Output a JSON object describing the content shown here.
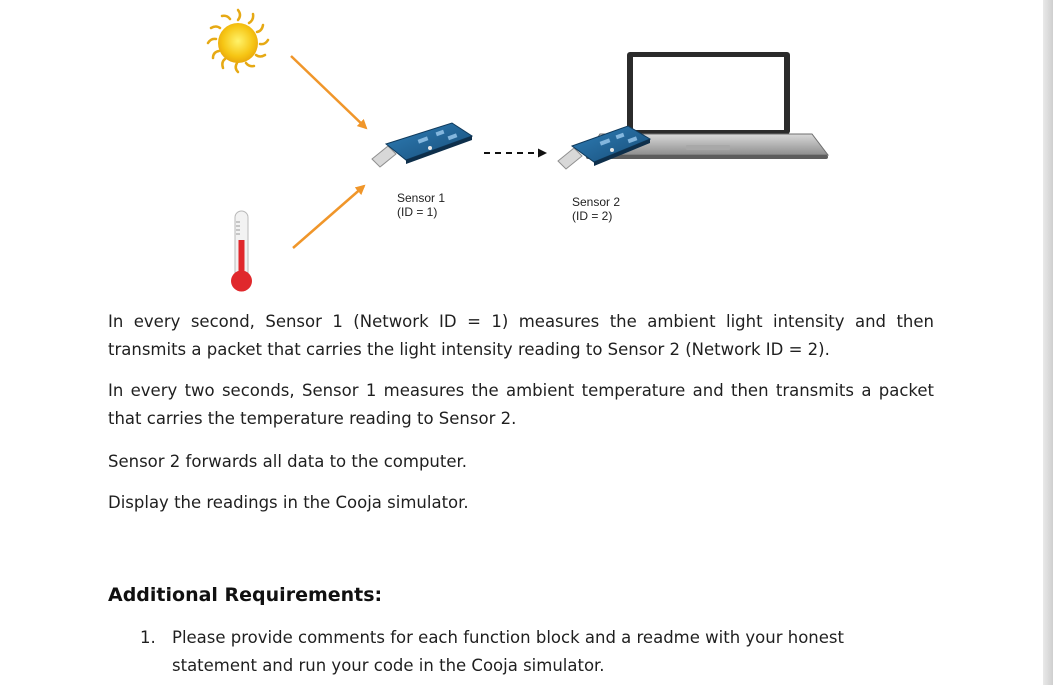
{
  "diagram": {
    "sensor1": {
      "name": "Sensor 1",
      "id_text": "(ID = 1)"
    },
    "sensor2": {
      "name": "Sensor 2",
      "id_text": "(ID = 2)"
    },
    "colors": {
      "arrow": "#f0962a",
      "sun": "#f6c514",
      "thermometer": "#e0282c",
      "board": "#1f5c8c"
    }
  },
  "paragraphs": [
    "In every second, Sensor 1 (Network ID = 1) measures the ambient light intensity and then transmits a packet that carries the light intensity reading to Sensor 2 (Network ID = 2).",
    "In every two seconds, Sensor 1 measures the ambient temperature and then transmits a packet that carries the temperature reading to Sensor 2.",
    "Sensor 2 forwards all data to the computer.",
    "Display the readings in the Cooja simulator."
  ],
  "additional": {
    "heading": "Additional Requirements:",
    "items": [
      {
        "number": "1.",
        "text": "Please provide comments for each function block and a readme with your honest statement and run your code in the Cooja simulator."
      }
    ]
  }
}
